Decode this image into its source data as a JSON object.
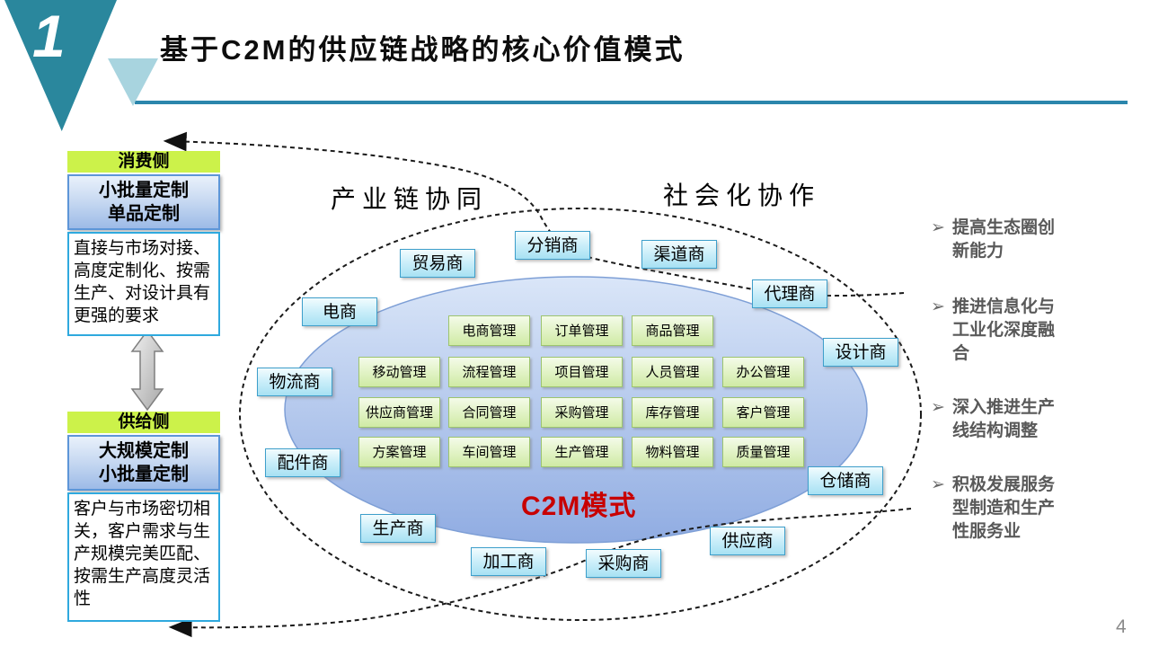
{
  "slide": {
    "number_badge": "1",
    "title": "基于C2M的供应链战略的核心价值模式",
    "page_number": "4"
  },
  "consumer_panel": {
    "header": "消费侧",
    "highlight": "小批量定制\n单品定制",
    "description": "直接与市场对接、高度定制化、按需生产、对设计具有更强的要求"
  },
  "supply_panel": {
    "header": "供给侧",
    "highlight": "大规模定制\n小批量定制",
    "description": "客户与市场密切相关，客户需求与生产规模完美匹配、按需生产高度灵活性"
  },
  "diagram": {
    "left_zone_label": "产业链协同",
    "right_zone_label": "社会化协作",
    "center_label": "C2M模式",
    "entities": [
      "贸易商",
      "分销商",
      "渠道商",
      "代理商",
      "设计商",
      "电商",
      "物流商",
      "配件商",
      "生产商",
      "加工商",
      "采购商",
      "供应商",
      "仓储商"
    ],
    "modules": [
      "电商管理",
      "订单管理",
      "商品管理",
      "移动管理",
      "流程管理",
      "项目管理",
      "人员管理",
      "办公管理",
      "供应商管理",
      "合同管理",
      "采购管理",
      "库存管理",
      "客户管理",
      "方案管理",
      "车间管理",
      "生产管理",
      "物料管理",
      "质量管理"
    ]
  },
  "benefits": {
    "marker": "➢",
    "items": [
      "提高生态圈创新能力",
      "推进信息化与工业化深度融合",
      "深入推进生产线结构调整",
      "积极发展服务型制造和生产性服务业"
    ]
  },
  "colors": {
    "accent_teal": "#2A879D",
    "accent_teal_light": "#9ECFDC",
    "underline_teal": "#2B86AC",
    "header_green": "#CCF24A",
    "highlight_border": "#5D96D8",
    "desc_border": "#2FA9DE",
    "entity_border": "#3E9FCB",
    "module_border": "#9DC46F",
    "ellipse_stroke": "#7E9FD6",
    "c2m_red": "#C80000",
    "bullet_text": "#595959",
    "dashed_line": "#1A1A1A",
    "page_number_gray": "#8A8A8A"
  }
}
